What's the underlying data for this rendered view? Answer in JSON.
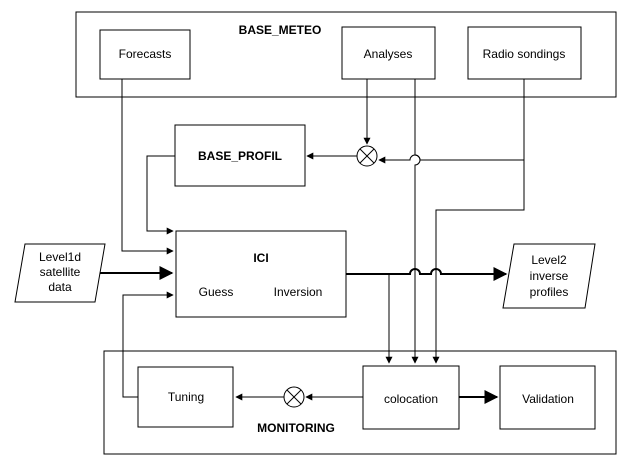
{
  "containers": {
    "base_meteo": "BASE_METEO",
    "monitoring": "MONITORING"
  },
  "boxes": {
    "forecasts": "Forecasts",
    "analyses": "Analyses",
    "radio_sondings": "Radio sondings",
    "base_profil": "BASE_PROFIL",
    "ici": "ICI",
    "guess": "Guess",
    "inversion": "Inversion",
    "tuning": "Tuning",
    "colocation": "colocation",
    "validation": "Validation"
  },
  "io": {
    "level1d": [
      "Level1d",
      "satellite",
      "data"
    ],
    "level2": [
      "Level2",
      "inverse",
      "profiles"
    ]
  }
}
